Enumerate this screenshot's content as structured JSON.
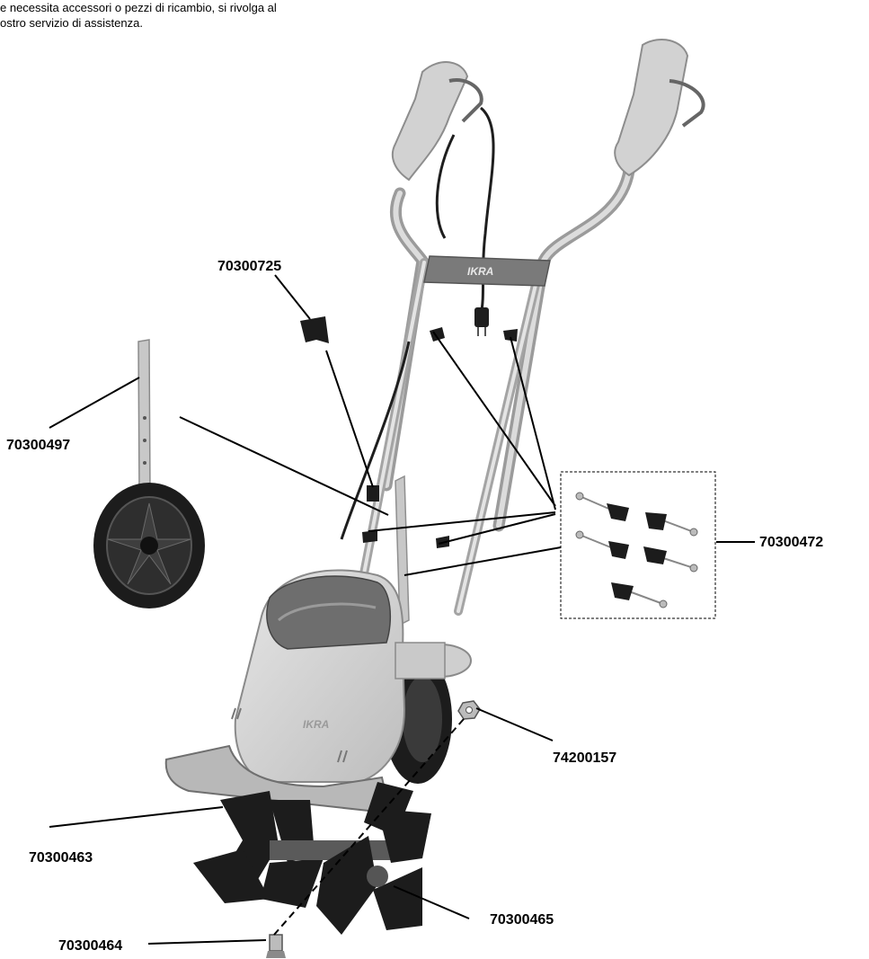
{
  "intro": {
    "line1": "e necessita accessori o pezzi di ricambio, si rivolga al",
    "line2": "ostro servizio di assistenza."
  },
  "brand": {
    "text": "IKRA"
  },
  "parts": {
    "cover_clip": "70300725",
    "wheel": "70300497",
    "lever_set": "70300472",
    "nut": "74200157",
    "tine_left": "70300463",
    "tine_right": "70300465",
    "bolt": "70300464"
  },
  "colors": {
    "ink": "#000000",
    "body": "#d6d6d6",
    "frame": "#c8c8c8",
    "dark": "#1c1c1c",
    "hood": "#6e6e6e"
  }
}
